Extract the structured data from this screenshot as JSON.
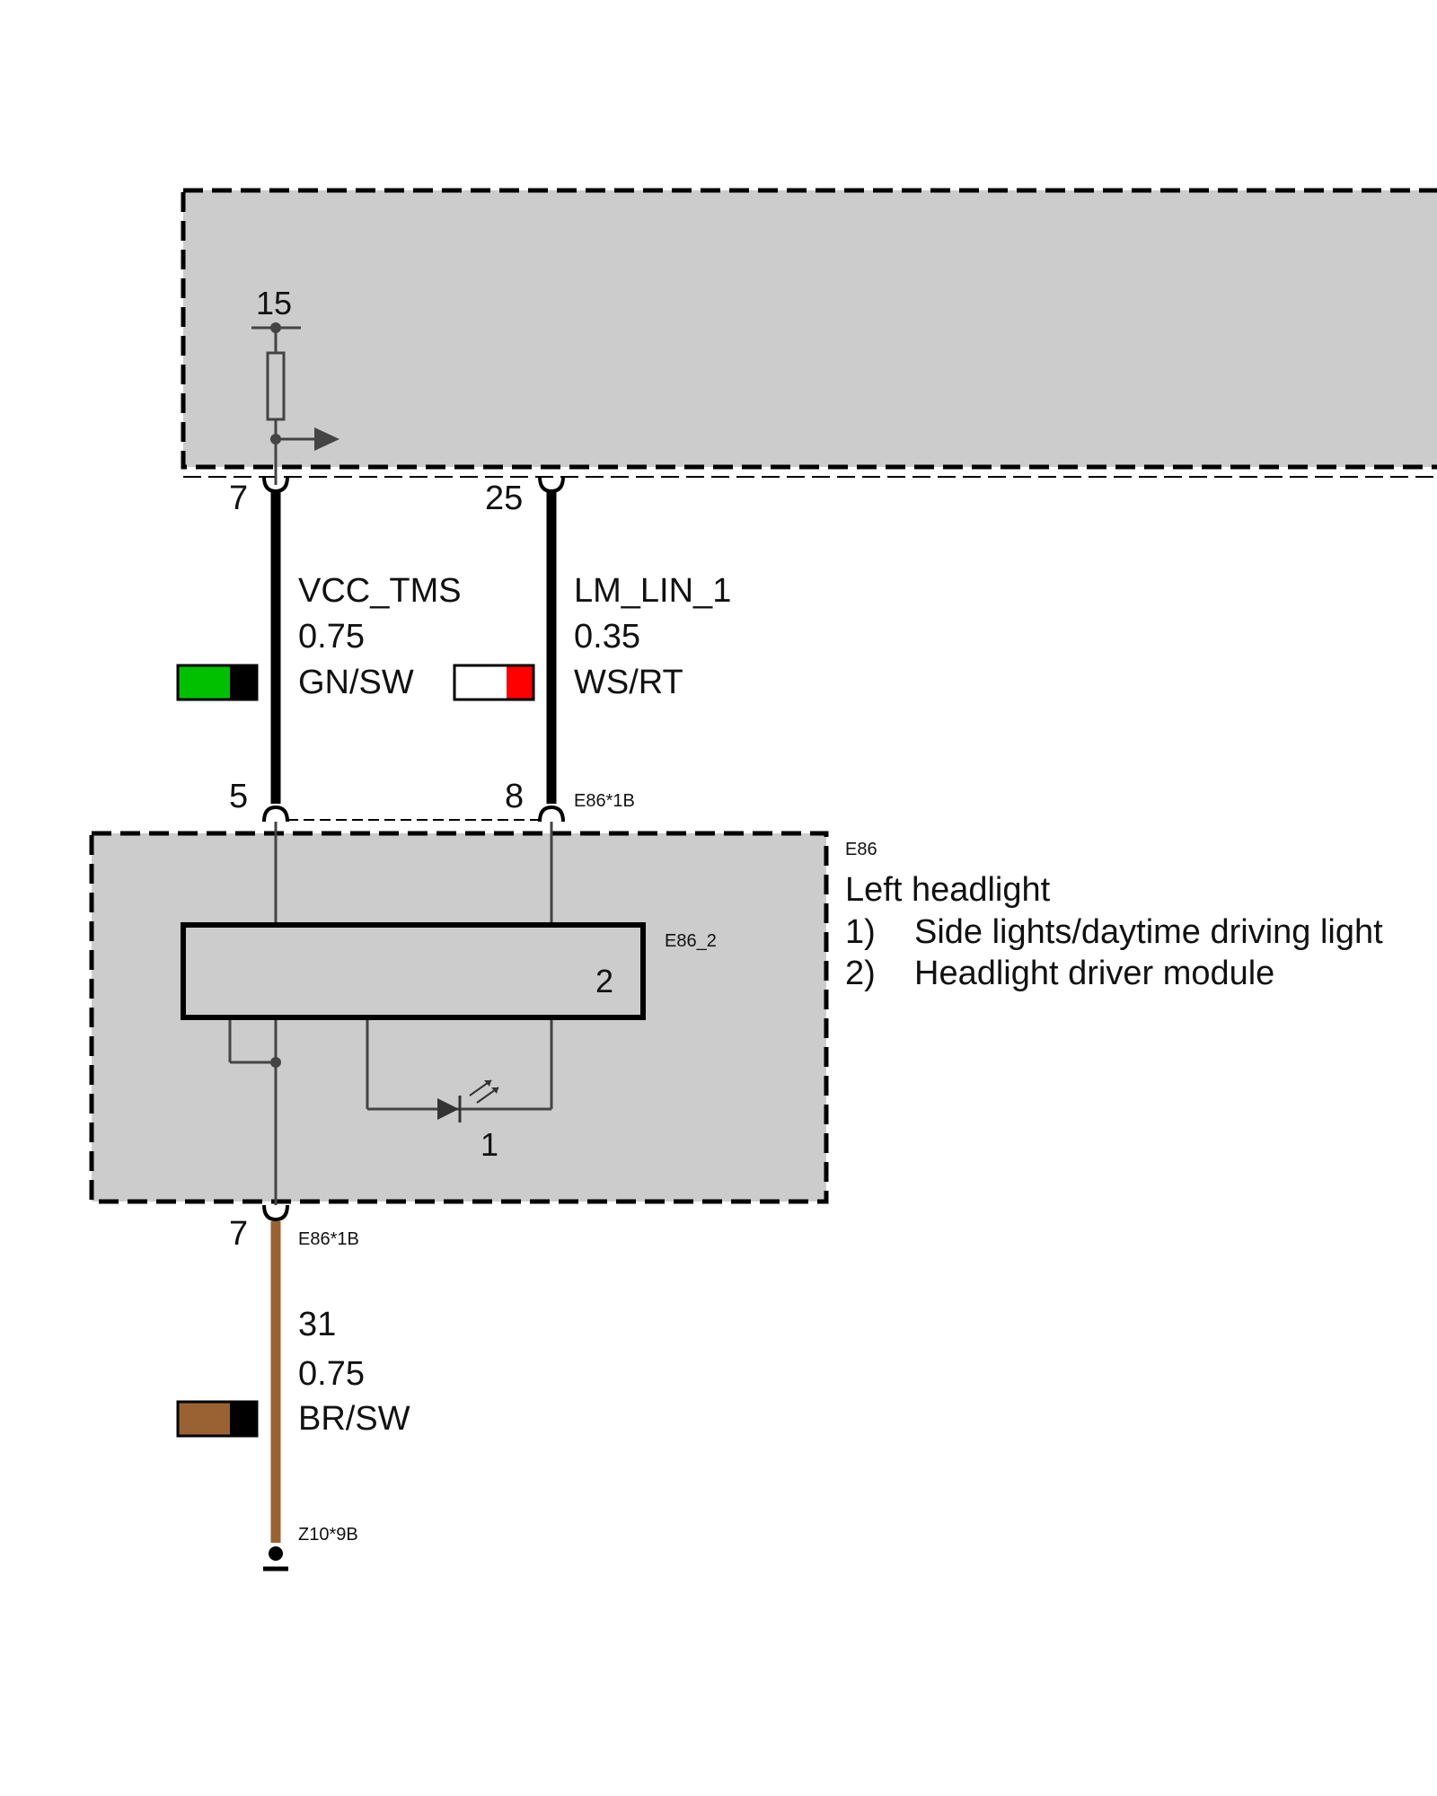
{
  "top_module": {
    "supply_terminal": "15"
  },
  "pins": {
    "top_left": "7",
    "top_right": "25",
    "mid_left": "5",
    "mid_right": "8",
    "bottom_left": "7"
  },
  "connectors": {
    "upper": "E86*1B",
    "lower": "E86*1B",
    "ground": "Z10*9B"
  },
  "wires": [
    {
      "signal": "VCC_TMS",
      "gauge": "0.75",
      "color_code": "GN/SW",
      "swatch": [
        "#00c000",
        "#000000"
      ]
    },
    {
      "signal": "LM_LIN_1",
      "gauge": "0.35",
      "color_code": "WS/RT",
      "swatch": [
        "#ffffff",
        "#ff0000"
      ]
    },
    {
      "signal": "31",
      "gauge": "0.75",
      "color_code": "BR/SW",
      "swatch": [
        "#9a6232",
        "#000000"
      ]
    }
  ],
  "component": {
    "id": "E86",
    "title": "Left headlight",
    "items": [
      {
        "num": "1)",
        "text": "Side lights/daytime driving light"
      },
      {
        "num": "2)",
        "text": "Headlight driver module"
      }
    ],
    "driver_id": "E86_2",
    "driver_num": "2",
    "led_num": "1"
  },
  "colors": {
    "module_fill": "#cccccc",
    "wire_black": "#000000",
    "wire_brown": "#9a6232",
    "line": "#444444"
  }
}
